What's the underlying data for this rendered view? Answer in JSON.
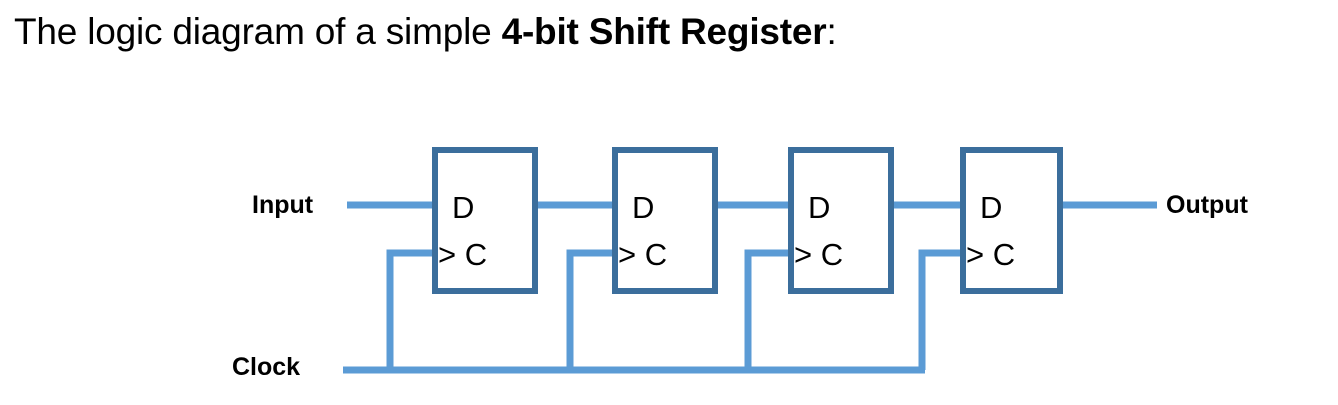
{
  "title": {
    "lead": "The logic diagram of a simple ",
    "strong": "4-bit Shift Register",
    "tail": ":"
  },
  "colors": {
    "background": "#ffffff",
    "box_border": "#3b6e9c",
    "box_fill": "#ffffff",
    "wire": "#5b9bd5",
    "text": "#000000"
  },
  "labels": {
    "input": "Input",
    "output": "Output",
    "clock": "Clock"
  },
  "flipflops": [
    {
      "d": "D",
      "c": "> C"
    },
    {
      "d": "D",
      "c": "> C"
    },
    {
      "d": "D",
      "c": "> C"
    },
    {
      "d": "D",
      "c": "> C"
    }
  ],
  "diagram": {
    "type": "logic-diagram",
    "component": "4-bit Shift Register",
    "stage_count": 4,
    "stage_component": "D flip-flop",
    "signals": [
      "Input",
      "Clock",
      "Output"
    ],
    "connections": [
      "Input -> FF1.D",
      "FF1.Q -> FF2.D",
      "FF2.Q -> FF3.D",
      "FF3.Q -> FF4.D",
      "FF4.Q -> Output",
      "Clock -> FF1.C",
      "Clock -> FF2.C",
      "Clock -> FF3.C",
      "Clock -> FF4.C"
    ]
  }
}
